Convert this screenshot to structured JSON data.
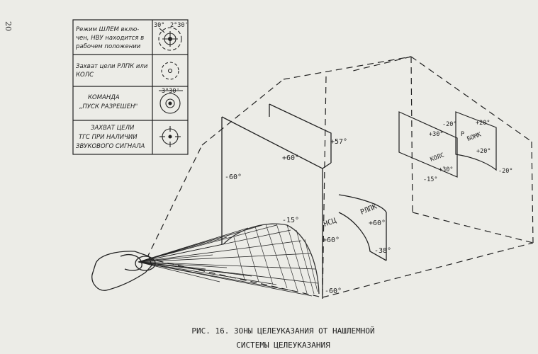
{
  "page_number": "20",
  "legend": {
    "rows": [
      {
        "lines": [
          "Режим ШЛЕМ вклю-",
          "чен, НВУ находится в",
          "рабочем положении"
        ],
        "marks": [
          "30°",
          "2°30'"
        ]
      },
      {
        "lines": [
          "Захват цели РЛПК или",
          "КОЛС"
        ],
        "marks": []
      },
      {
        "lines": [
          "КОМАНДА",
          "„ПУСК РАЗРЕШЕН\""
        ],
        "marks": [
          "3°30'"
        ]
      },
      {
        "lines": [
          "ЗАХВАТ ЦЕЛИ",
          "ТГС ПРИ НАЛИЧИИ",
          "ЗВУКОВОГО СИГНАЛА"
        ],
        "marks": []
      }
    ]
  },
  "zone_labels": {
    "nsc": "НСЦ",
    "rlpk": "РЛПК",
    "kols": "КОЛС",
    "p": "Р",
    "bomk": "БОМК",
    "m60_left": "-60°",
    "p60_top": "+60°",
    "p57": "+57°",
    "m15_nsc": "-15°",
    "p60_nsc": "+60°",
    "m60_bottom": "-60°",
    "p60_rlpk": "+60°",
    "m38": "-38°",
    "m20_top": "-20°",
    "p30_kols_top": "+30°",
    "p20_a": "+20°",
    "p20_b": "+20°",
    "p30_kols": "+30°",
    "m15_kols": "-15°",
    "m20_right": "-20°"
  },
  "caption": {
    "line1": "РИС. 16. ЗОНЫ ЦЕЛЕУКАЗАНИЯ ОТ НАШЛЕМНОЙ",
    "line2": "СИСТЕМЫ ЦЕЛЕУКАЗАНИЯ"
  }
}
